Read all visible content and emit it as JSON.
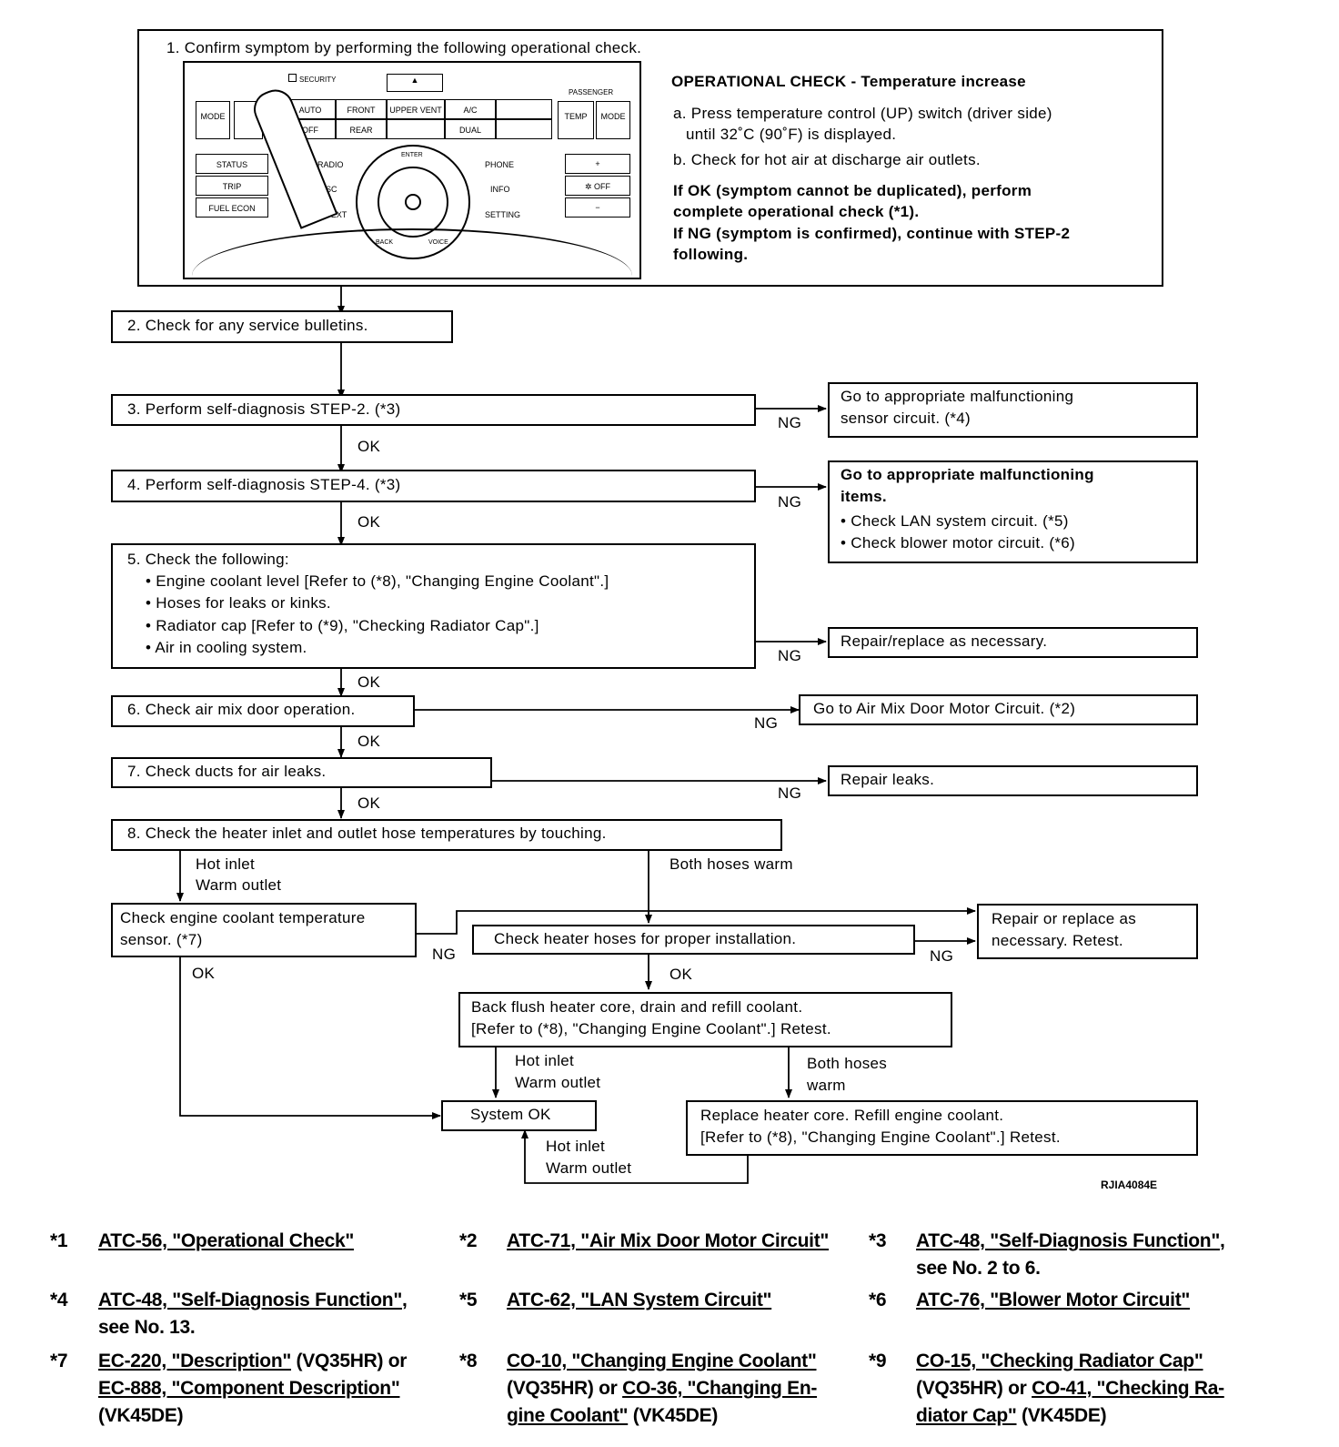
{
  "step1": {
    "title": "1. Confirm symptom by performing the following operational check.",
    "panel": {
      "security": "SECURITY",
      "passenger": "PASSENGER",
      "mode_left": "MODE",
      "auto": "AUTO",
      "off": "OFF",
      "front": "FRONT",
      "rear": "REAR",
      "upper_vent": "UPPER VENT",
      "ac": "A/C",
      "dual": "DUAL",
      "temp": "TEMP",
      "mode_right": "MODE",
      "status": "STATUS",
      "trip": "TRIP",
      "fuel_econ": "FUEL ECON",
      "radio": "RADIO",
      "disc": "DISC",
      "cd_text": "CD TEXT",
      "enter": "ENTER",
      "back": "BACK",
      "voice": "VOICE",
      "phone": "PHONE",
      "info": "INFO",
      "setting": "SETTING",
      "fan_off": "OFF"
    },
    "check_title": "OPERATIONAL CHECK - Temperature increase",
    "line_a1": "a. Press temperature control (UP) switch (driver side)",
    "line_a2": "until 32˚C (90˚F) is displayed.",
    "line_b": "b. Check for hot air at discharge air outlets.",
    "ok1": "If OK (symptom cannot be duplicated), perform",
    "ok2": "complete operational check (*1).",
    "ng1": "If NG (symptom is confirmed), continue with STEP-2",
    "ng2": "following."
  },
  "steps": {
    "s2": "2. Check for any service bulletins.",
    "s3": "3. Perform self-diagnosis STEP-2. (*3)",
    "s4": "4. Perform self-diagnosis STEP-4. (*3)",
    "s5_title": "5.  Check the following:",
    "s5_items": [
      "• Engine coolant level [Refer to (*8), \"Changing Engine Coolant\".]",
      "• Hoses for leaks or kinks.",
      "• Radiator cap [Refer to (*9), \"Checking Radiator Cap\".]",
      "• Air in cooling system."
    ],
    "s6": "6. Check air mix door operation.",
    "s7": "7. Check ducts for air leaks.",
    "s8": "8. Check the heater inlet and outlet hose temperatures by touching.",
    "coolant1": "Check engine coolant temperature",
    "coolant2": "sensor. (*7)",
    "hoses": "Check heater hoses for proper installation.",
    "flush1": "Back flush heater core, drain and refill coolant.",
    "flush2": "[Refer to (*8), \"Changing Engine Coolant\".] Retest.",
    "system_ok": "System OK",
    "replace1": "Replace heater core. Refill engine coolant.",
    "replace2": "[Refer to (*8), \"Changing Engine Coolant\".] Retest."
  },
  "results": {
    "r3a": "Go to appropriate malfunctioning",
    "r3b": "sensor circuit. (*4)",
    "r4a": "Go to appropriate malfunctioning",
    "r4b": "items.",
    "r4c": "• Check LAN system circuit. (*5)",
    "r4d": "• Check blower motor circuit. (*6)",
    "r5": "Repair/replace as necessary.",
    "r6": "Go to Air Mix Door Motor Circuit. (*2)",
    "r7": "Repair leaks.",
    "r8a": "Repair or replace as",
    "r8b": "necessary. Retest."
  },
  "labels": {
    "ok": "OK",
    "ng": "NG",
    "hot_inlet": "Hot inlet",
    "warm_outlet": "Warm outlet",
    "both_hoses_warm": "Both hoses warm",
    "both_hoses": "Both hoses",
    "warm": "warm"
  },
  "figure_id": "RJIA4084E",
  "footnotes": [
    {
      "mark": "*1",
      "link1": "ATC-56, \"Operational Check\"",
      "rest1": "",
      "link2": "",
      "rest2": ""
    },
    {
      "mark": "*2",
      "link1": "ATC-71, \"Air Mix Door Motor Circuit\"",
      "rest1": "",
      "link2": "",
      "rest2": ""
    },
    {
      "mark": "*3",
      "link1": "ATC-48, \"Self-Diagnosis Function\"",
      "rest1": ",",
      "line2": "see No. 2  to 6."
    },
    {
      "mark": "*4",
      "link1": "ATC-48, \"Self-Diagnosis Function\"",
      "rest1": ",",
      "line2": "see No. 13."
    },
    {
      "mark": "*5",
      "link1": "ATC-62, \"LAN System Circuit\""
    },
    {
      "mark": "*6",
      "link1": "ATC-76, \"Blower Motor Circuit\""
    },
    {
      "mark": "*7",
      "link1": "EC-220, \"Description\"",
      "rest1": " (VQ35HR) or",
      "link2": "EC-888, \"Component Description\"",
      "line3": "(VK45DE)"
    },
    {
      "mark": "*8",
      "link1": "CO-10, \"Changing Engine Coolant\"",
      "rest1": "",
      "pre2": "(VQ35HR) or ",
      "link2": "CO-36, \"Changing En-",
      "link3": "gine Coolant\"",
      "rest3": " (VK45DE)"
    },
    {
      "mark": "*9",
      "link1": "CO-15, \"Checking Radiator Cap\"",
      "rest1": "",
      "pre2": "(VQ35HR) or ",
      "link2": "CO-41, \"Checking Ra-",
      "link3": "diator Cap\"",
      "rest3": " (VK45DE)"
    }
  ]
}
